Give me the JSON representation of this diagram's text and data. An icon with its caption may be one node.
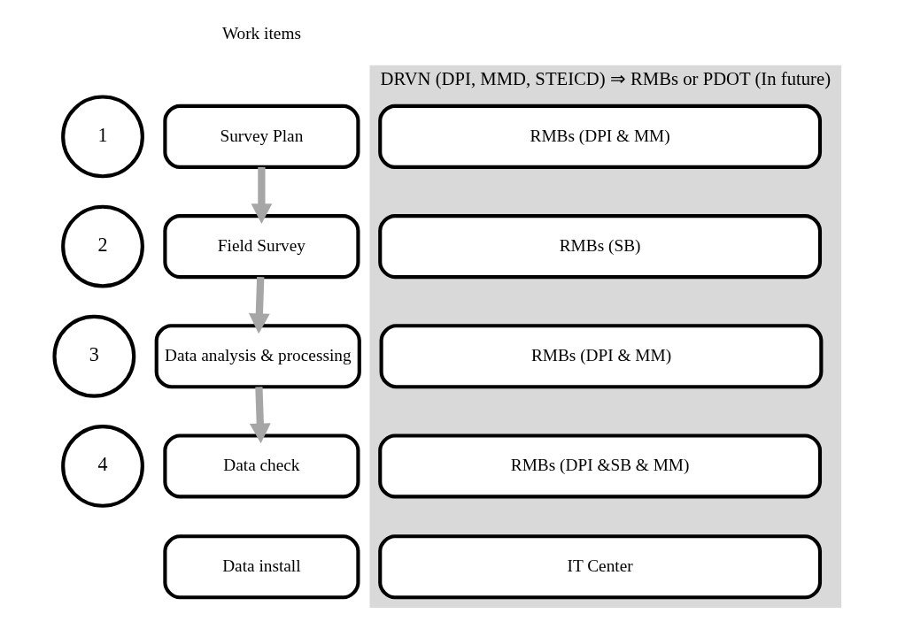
{
  "diagram": {
    "nodes": [
      {
        "text": [
          "DRVN (DPI, MMD, STEICD) ⇒ RMBs or PDOT (In future)"
        ]
      },
      {
        "text": [
          "1"
        ]
      },
      {
        "text": [
          "Survey Plan"
        ]
      },
      {
        "text": [
          "RMBs (DPI & MM)"
        ],
        "in": 0
      },
      {
        "text": [
          "2"
        ]
      },
      {
        "text": [
          "Field Survey"
        ]
      },
      {
        "text": [
          "RMBs (SB)"
        ],
        "in": 0
      },
      {
        "text": [
          "3"
        ]
      },
      {
        "text": [
          "Data analysis & processing"
        ]
      },
      {
        "text": [
          "RMBs (DPI & MM)"
        ],
        "in": 0
      },
      {
        "text": [
          "4"
        ]
      },
      {
        "text": [
          "Data check"
        ]
      },
      {
        "text": [
          "RMBs (DPI &SB & MM)"
        ],
        "in": 0
      },
      {
        "text": [
          "Data install"
        ]
      },
      {
        "text": [
          "IT Center"
        ],
        "in": 0
      }
    ],
    "edges": [
      {
        "from": 2,
        "to": 5,
        "arrow": "to"
      },
      {
        "from": 5,
        "to": 8,
        "arrow": "to"
      },
      {
        "from": 8,
        "to": 11,
        "arrow": "to"
      }
    ],
    "labels": [
      "Work items"
    ]
  }
}
